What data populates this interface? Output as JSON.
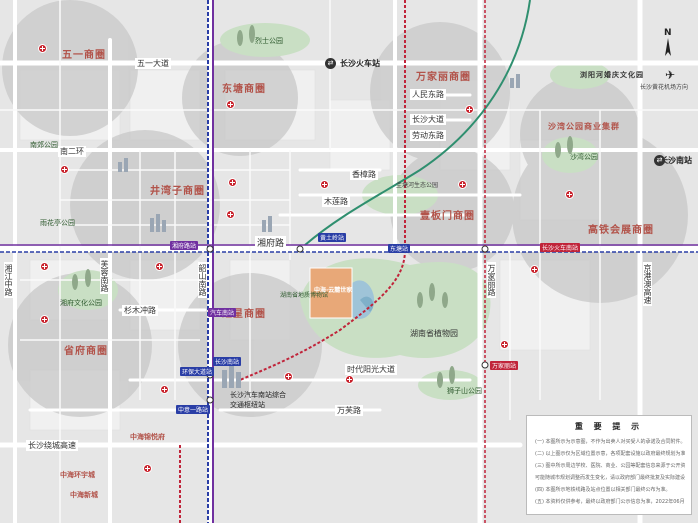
{
  "districts": {
    "wuyi": "五一商圈",
    "dongtang": "东塘商圈",
    "wanjiali": "万家丽商圈",
    "jingwanzi": "井湾子商圈",
    "muyunmen": "壹板门商圈",
    "gaotie": "高铁会展商圈",
    "hongxing": "红星商圈",
    "shengfu": "省府商圈",
    "xiangjiang_culture": "湘府文化公园",
    "shahu": "沙湾公园商业集群",
    "liuyanghe": "浏阳河婚庆文化园"
  },
  "roads": {
    "wuyi_ave": "五一大道",
    "ring2": "南二环",
    "xiangfu": "湘府路",
    "wanjia": "万家丽路",
    "furong": "芙蓉南路",
    "shaoshan": "韶山南路",
    "jingnan": "京港澳高速",
    "rao": "长沙绕城高速",
    "xiangjiang_rd": "湘江中路",
    "renmin_e": "人民东路",
    "changsha_ave": "长沙大道",
    "laodong_e": "劳动东路",
    "xiangzhang": "香樟路",
    "mulian": "木莲路",
    "wanfang": "万芙路",
    "xingfu": "时代阳光大道",
    "shanlin": "杉木冲路"
  },
  "places": {
    "railway": "长沙火车站",
    "south_station": "长沙南站",
    "yuelu": "烈士公园",
    "museum": "湖南省植物园",
    "shahu_park": "沙湾公园",
    "yuehu_park": "雨花亭公园",
    "sinan_park": "狮子山公园",
    "nanjiao": "南郊公园",
    "bus_hub": "长沙汽车南站综合交通枢纽站",
    "zhonghai_huanyu": "中海环宇城",
    "zhonghai_jiayuan": "中海新城",
    "zhonghai_xincheng": "中海锦悦府",
    "airport": "长沙黄花机场方向",
    "yongan": "湖南省地质博物馆",
    "project": "中海·云麓世家",
    "lake_zone": "湘府文化公园",
    "north_ring": "圭塘河生态公园",
    "airport_label": "长沙南站"
  },
  "metro": {
    "s1": "湘府路站",
    "s2": "黄土岭站",
    "s3": "东塘站",
    "s4": "长沙火车南站",
    "s5": "环保大道站",
    "s6": "中意一路站",
    "s7": "长沙南站",
    "s8": "万家丽站",
    "s9": "汽车南站"
  },
  "notice": {
    "title": "重 要 提 示",
    "lines": [
      "(一) 本图所示为示意图，不作为出卖人对买受人的承诺及合同附件。",
      "(二) 以上图示仅为区域位置示意，各项配套设施以政府最终规划为准。",
      "(三) 图中所示周边学校、医院、商业、公园等配套信息来源于公开资料，",
      "可能随城市规划调整而发生变化，请以政府部门最终批复及实际建设为准。",
      "(四) 本图所示地铁线路及站点位置以相关部门最终公布为准。",
      "(五) 本资料仅供参考，最终以政府部门公示信息为准，2022年06月15日。"
    ]
  },
  "compass": "N",
  "colors": {
    "circle": "#c8c8c8",
    "road_main": "#ffffff",
    "metro_blue": "#2a3ea6",
    "metro_red": "#c0243a",
    "metro_purple": "#7030a0",
    "rail_green": "#2f8f6f",
    "marker": "#c8202a",
    "project_area": "#e8a878",
    "green_area": "#c9dfc4"
  }
}
